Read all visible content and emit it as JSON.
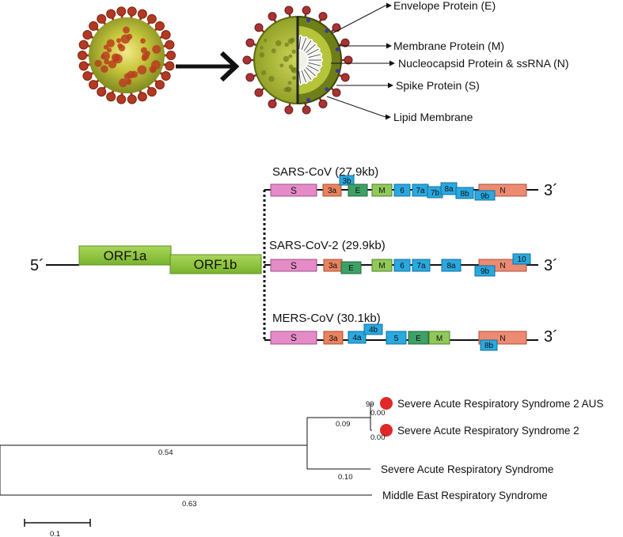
{
  "virus_callouts": {
    "envelope": "Envelope Protein (E)",
    "membrane": "Membrane Protein (M)",
    "nucleocapsid": "Nucleocapsid Protein & ssRNA (N)",
    "spike": "Spike Protein (S)",
    "lipid": "Lipid Membrane"
  },
  "genome": {
    "five_prime": "5´",
    "three_prime": "3´",
    "orf1a": "ORF1a",
    "orf1b": "ORF1b",
    "sars": {
      "title": "SARS-CoV (27.9kb)",
      "genes": {
        "S": "S",
        "g3a": "3a",
        "g3b": "3b",
        "E": "E",
        "M": "M",
        "g6": "6",
        "g7a": "7a",
        "g7b": "7b",
        "g8a": "8a",
        "g8b": "8b",
        "g9b": "9b",
        "N": "N"
      }
    },
    "sars2": {
      "title": "SARS-CoV-2 (29.9kb)",
      "genes": {
        "S": "S",
        "g3a": "3a",
        "E": "E",
        "M": "M",
        "g6": "6",
        "g7a": "7a",
        "g8a": "8a",
        "g9b": "9b",
        "N": "N",
        "g10": "10"
      }
    },
    "mers": {
      "title": "MERS-CoV (30.1kb)",
      "genes": {
        "S": "S",
        "g3a": "3a",
        "g4a": "4a",
        "g4b": "4b",
        "g5": "5",
        "E": "E",
        "M": "M",
        "N": "N",
        "g8b": "8b"
      }
    }
  },
  "tree": {
    "taxa": {
      "sars2_aus": "Severe Acute Respiratory Syndrome 2 AUS",
      "sars2": "Severe Acute Respiratory Syndrome 2",
      "sars": "Severe Acute Respiratory Syndrome",
      "mers": "Middle East Respiratory Syndrome"
    },
    "branch_lengths": {
      "root_to_sars_clade": "0.54",
      "to_sars2_clade": "0.09",
      "bootstrap": "99",
      "sars2_aus": "0.00",
      "sars2": "0.00",
      "sars": "0.10",
      "mers": "0.63"
    },
    "scale_bar": "0.1"
  },
  "colors": {
    "spike_gene": "#e58cc8",
    "accessory_orange": "#e8825f",
    "envelope_gene": "#3fa067",
    "membrane_gene": "#8fc95a",
    "accessory_blue": "#2aa8e0",
    "nucleocapsid_gene": "#ec8a72",
    "orf": "#8cc63f",
    "sars2_marker": "#e02828"
  }
}
